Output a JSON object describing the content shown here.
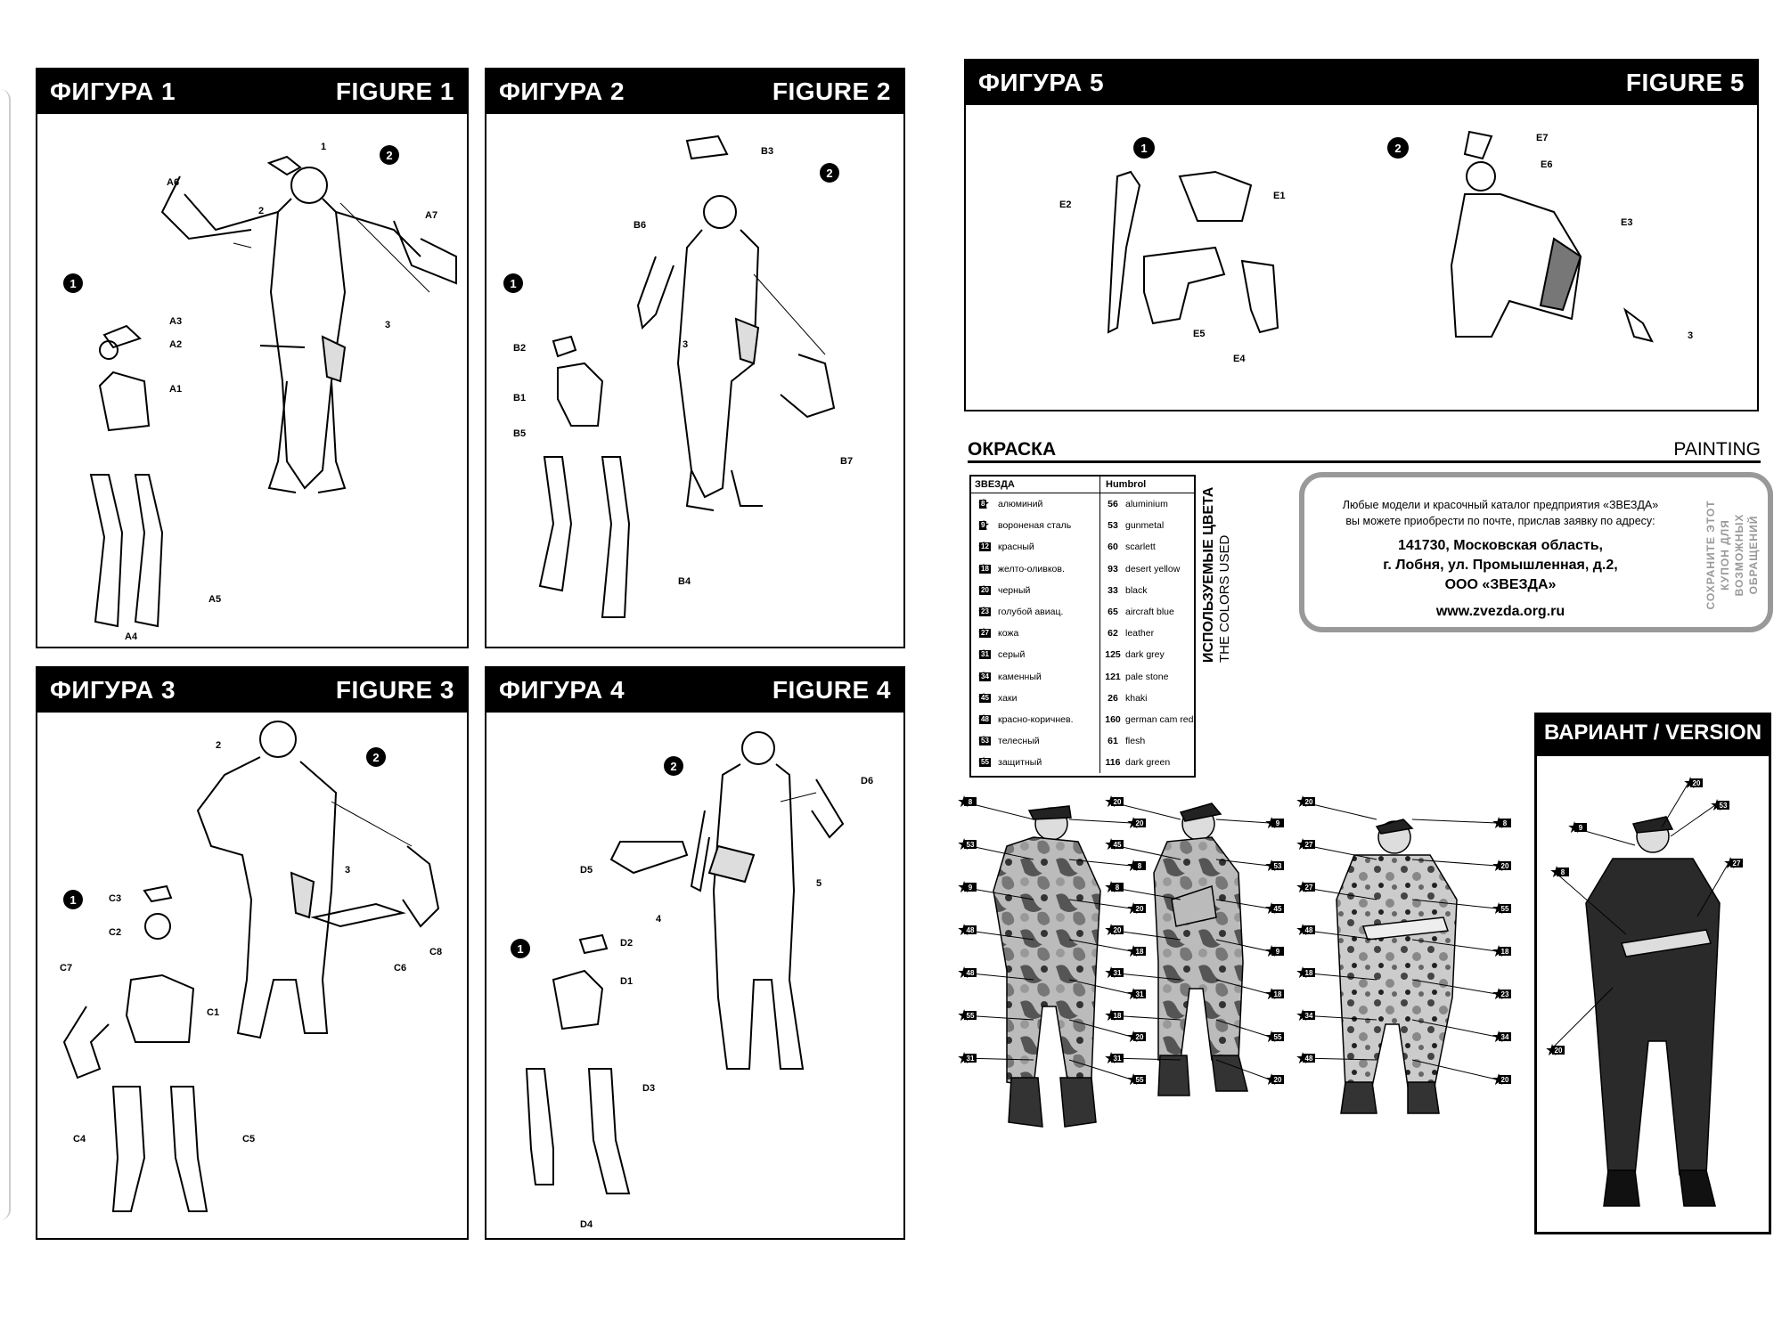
{
  "figures": [
    {
      "title_ru": "ФИГУРА 1",
      "title_en": "FIGURE 1",
      "step1": "1",
      "step2": "2",
      "labels": [
        "A6",
        "1",
        "2",
        "A7",
        "3",
        "A3",
        "A2",
        "A1",
        "A5",
        "A4"
      ]
    },
    {
      "title_ru": "ФИГУРА 2",
      "title_en": "FIGURE 2",
      "step1": "1",
      "step2": "2",
      "labels": [
        "B3",
        "B6",
        "B2",
        "B1",
        "B5",
        "B4",
        "3",
        "B7"
      ]
    },
    {
      "title_ru": "ФИГУРА 3",
      "title_en": "FIGURE 3",
      "step1": "1",
      "step2": "2",
      "labels": [
        "2",
        "3",
        "C8",
        "C6",
        "C3",
        "C2",
        "C7",
        "C1",
        "C4",
        "C5"
      ]
    },
    {
      "title_ru": "ФИГУРА 4",
      "title_en": "FIGURE 4",
      "step1": "1",
      "step2": "2",
      "labels": [
        "D6",
        "D5",
        "4",
        "5",
        "D2",
        "D1",
        "D3",
        "D4"
      ]
    },
    {
      "title_ru": "ФИГУРА 5",
      "title_en": "FIGURE 5",
      "step1": "1",
      "step2": "2",
      "labels": [
        "E1",
        "E2",
        "E5",
        "E4",
        "E7",
        "E6",
        "E3",
        "3"
      ]
    }
  ],
  "painting": {
    "title_ru": "ОКРАСКА",
    "title_en": "PAINTING",
    "table_head_zvezda": "ЗВЕЗДА",
    "table_head_humbrol": "Humbrol",
    "colors": [
      {
        "num": "8",
        "ru": "алюминий",
        "h": "56",
        "en": "aluminium"
      },
      {
        "num": "9",
        "ru": "вороненая сталь",
        "h": "53",
        "en": "gunmetal"
      },
      {
        "num": "12",
        "ru": "красный",
        "h": "60",
        "en": "scarlett"
      },
      {
        "num": "18",
        "ru": "желто-оливков.",
        "h": "93",
        "en": "desert yellow"
      },
      {
        "num": "20",
        "ru": "черный",
        "h": "33",
        "en": "black"
      },
      {
        "num": "23",
        "ru": "голубой авиац.",
        "h": "65",
        "en": "aircraft blue"
      },
      {
        "num": "27",
        "ru": "кожа",
        "h": "62",
        "en": "leather"
      },
      {
        "num": "31",
        "ru": "серый",
        "h": "125",
        "en": "dark grey"
      },
      {
        "num": "34",
        "ru": "каменный",
        "h": "121",
        "en": "pale stone"
      },
      {
        "num": "45",
        "ru": "хаки",
        "h": "26",
        "en": "khaki"
      },
      {
        "num": "48",
        "ru": "красно-коричнев.",
        "h": "160",
        "en": "german cam red"
      },
      {
        "num": "53",
        "ru": "телесный",
        "h": "61",
        "en": "flesh"
      },
      {
        "num": "55",
        "ru": "защитный",
        "h": "116",
        "en": "dark green"
      }
    ],
    "colors_used_ru": "ИСПОЛЬЗУЕМЫЕ ЦВЕТА",
    "colors_used_en": "THE COLORS USED",
    "coupon": {
      "line1": "Любые модели и красочный каталог предприятия «ЗВЕЗДА»",
      "line2": "вы можете приобрести по почте, прислав заявку по адресу:",
      "address1": "141730, Московская область,",
      "address2": "г. Лобня, ул. Промышленная, д.2,",
      "address3": "ООО «ЗВЕЗДА»",
      "website": "www.zvezda.org.ru",
      "side1": "СОХРАНИТЕ ЭТОТ",
      "side2": "КУПОН ДЛЯ ВОЗМОЖНЫХ",
      "side3": "ОБРАЩЕНИЙ"
    },
    "variant_title": "ВАРИАНТ / VERSION",
    "callouts_fig1": [
      "8",
      "20",
      "53",
      "8",
      "9",
      "20",
      "48",
      "18",
      "48",
      "31",
      "55",
      "20",
      "31",
      "55"
    ],
    "callouts_fig2": [
      "20",
      "9",
      "45",
      "53",
      "8",
      "45",
      "20",
      "9",
      "31",
      "18",
      "18",
      "55",
      "31",
      "20"
    ],
    "callouts_fig3": [
      "20",
      "8",
      "27",
      "20",
      "27",
      "55",
      "48",
      "18",
      "18",
      "23",
      "34",
      "34",
      "48",
      "20"
    ],
    "callouts_variant": [
      "20",
      "9",
      "53",
      "8",
      "27",
      "20"
    ]
  }
}
